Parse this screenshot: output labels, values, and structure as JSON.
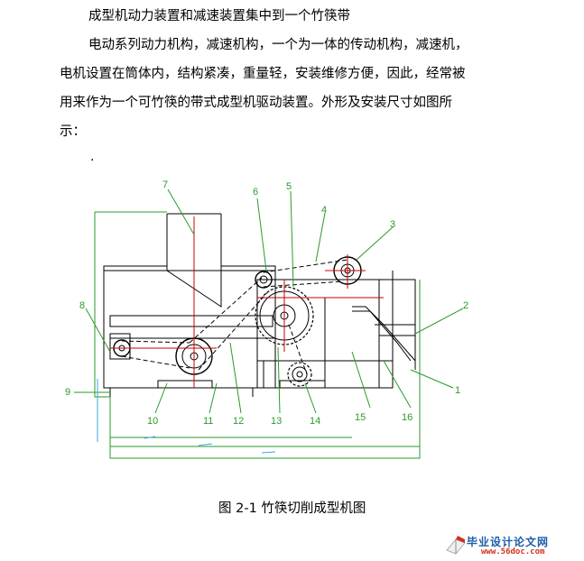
{
  "text": {
    "line1": "成型机动力装置和减速装置集中到一个竹筷带",
    "line2": "电动系列动力机构，减速机构，一个为一体的传动机构，减速机，",
    "line3": "电机设置在筒体内，结构紧凑，重量轻，安装维修方便，因此，经常被",
    "line4": "用来作为一个可竹筷的带式成型机驱动装置。外形及安装尺寸如图所",
    "line5": "示：",
    "dot": "."
  },
  "figure": {
    "caption": "图 2-1 竹筷切削成型机图",
    "part_labels": [
      "1",
      "2",
      "3",
      "4",
      "5",
      "6",
      "7",
      "8",
      "9",
      "10",
      "11",
      "12",
      "13",
      "14",
      "15",
      "16"
    ],
    "colors": {
      "structure": "#000000",
      "labels": "#2a9a2a",
      "centerlines": "#cc0000",
      "ground": "#3aa8d8"
    }
  },
  "watermark": {
    "name": "毕业设计论文网",
    "url": "www.56doc.com"
  }
}
